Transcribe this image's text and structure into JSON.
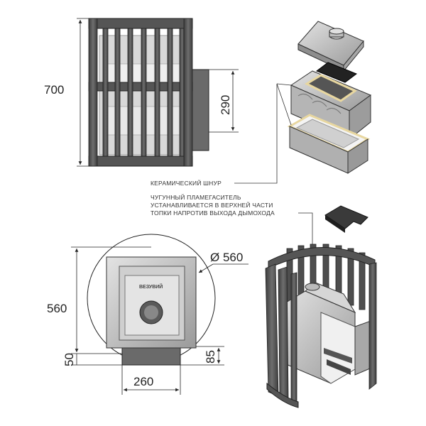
{
  "dimensions": {
    "front_height": "700",
    "front_side_height": "290",
    "top_depth": "560",
    "top_diameter": "Ø 560",
    "top_offset": "50",
    "top_door_offset": "85",
    "top_door_width": "260"
  },
  "labels": {
    "ceramic_cord": "КЕРАМИЧЕСКИЙ ШНУР",
    "flame_breaker_line1": "ЧУГУННЫЙ ПЛАМЕГАСИТЕЛЬ",
    "flame_breaker_line2": "УСТАНАВЛИВАЕТСЯ В ВЕРХНЕЙ ЧАСТИ",
    "flame_breaker_line3": "ТОПКИ НАПРОТИВ ВЫХОДА ДЫМОХОДА"
  },
  "door_logo": "ВЕЗУВИЙ",
  "colors": {
    "bar_fill": "#5a5a5a",
    "casting_fill": "#bfbfbf",
    "cord": "#e8d7a0",
    "line": "#222222"
  }
}
